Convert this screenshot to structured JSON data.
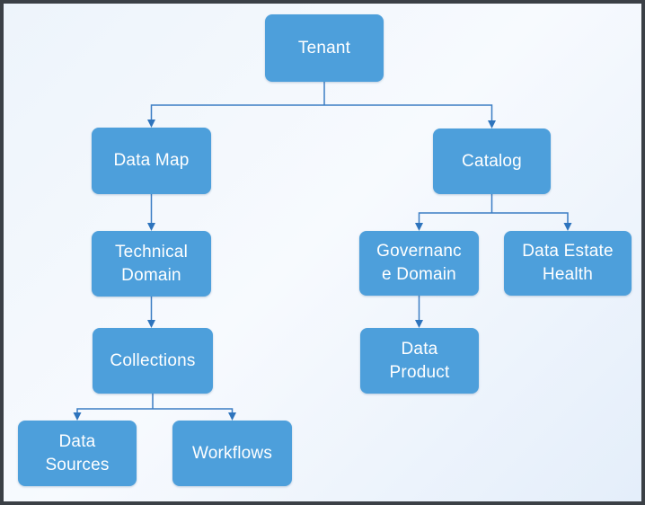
{
  "diagram": {
    "type": "hierarchy",
    "node_fill_color": "#4d9fdb",
    "node_text_color": "#ffffff",
    "connector_color": "#3b7dc4",
    "arrowhead_color": "#2e74bd",
    "frame_border_color": "#3b4046",
    "background_tint": "#edf4fb",
    "nodes": {
      "tenant": {
        "label": "Tenant"
      },
      "data_map": {
        "label": "Data Map"
      },
      "catalog": {
        "label": "Catalog"
      },
      "technical_domain": {
        "label": "Technical\nDomain"
      },
      "governance_domain": {
        "label": "Governanc\ne Domain"
      },
      "data_estate_health": {
        "label": "Data Estate\nHealth"
      },
      "collections": {
        "label": "Collections"
      },
      "data_product": {
        "label": "Data\nProduct"
      },
      "data_sources": {
        "label": "Data\nSources"
      },
      "workflows": {
        "label": "Workflows"
      }
    },
    "edges": [
      {
        "from": "tenant",
        "to": "data_map"
      },
      {
        "from": "tenant",
        "to": "catalog"
      },
      {
        "from": "data_map",
        "to": "technical_domain"
      },
      {
        "from": "technical_domain",
        "to": "collections"
      },
      {
        "from": "collections",
        "to": "data_sources"
      },
      {
        "from": "collections",
        "to": "workflows"
      },
      {
        "from": "catalog",
        "to": "governance_domain"
      },
      {
        "from": "catalog",
        "to": "data_estate_health"
      },
      {
        "from": "governance_domain",
        "to": "data_product"
      }
    ]
  }
}
